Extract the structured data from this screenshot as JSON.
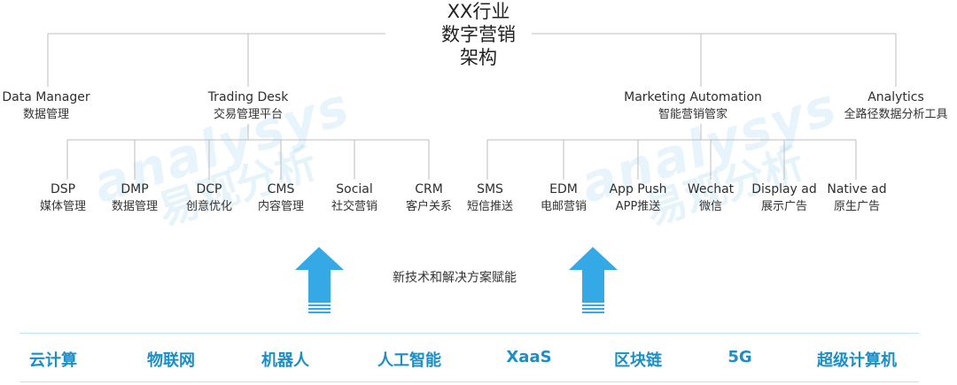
{
  "title": [
    "XX行业",
    "数字营销",
    "架构"
  ],
  "categories": [
    {
      "en": "Data Manager",
      "zh": "数据管理"
    },
    {
      "en": "Trading Desk",
      "zh": "交易管理平台"
    },
    {
      "en": "Marketing Automation",
      "zh": "智能营销管家"
    },
    {
      "en": "Analytics",
      "zh": "全路径数据分析工具"
    }
  ],
  "tools": [
    {
      "en": "DSP",
      "zh": "媒体管理"
    },
    {
      "en": "DMP",
      "zh": "数据管理"
    },
    {
      "en": "DCP",
      "zh": "创意优化"
    },
    {
      "en": "CMS",
      "zh": "内容管理"
    },
    {
      "en": "Social",
      "zh": "社交营销"
    },
    {
      "en": "CRM",
      "zh": "客户关系"
    },
    {
      "en": "SMS",
      "zh": "短信推送"
    },
    {
      "en": "EDM",
      "zh": "电邮营销"
    },
    {
      "en": "App Push",
      "zh": "APP推送"
    },
    {
      "en": "Wechat",
      "zh": "微信"
    },
    {
      "en": "Display ad",
      "zh": "展示广告"
    },
    {
      "en": "Native ad",
      "zh": "原生广告"
    }
  ],
  "enabler_label": "新技术和解决方案赋能",
  "technologies": [
    "云计算",
    "物联网",
    "机器人",
    "人工智能",
    "XaaS",
    "区块链",
    "5G",
    "超级计算机"
  ],
  "watermark": {
    "en": "analysys",
    "zh": "易观分析"
  },
  "colors": {
    "tech_text": "#1b8ec7",
    "arrow": "#35a9e6",
    "lines": "#bdbdbd"
  }
}
